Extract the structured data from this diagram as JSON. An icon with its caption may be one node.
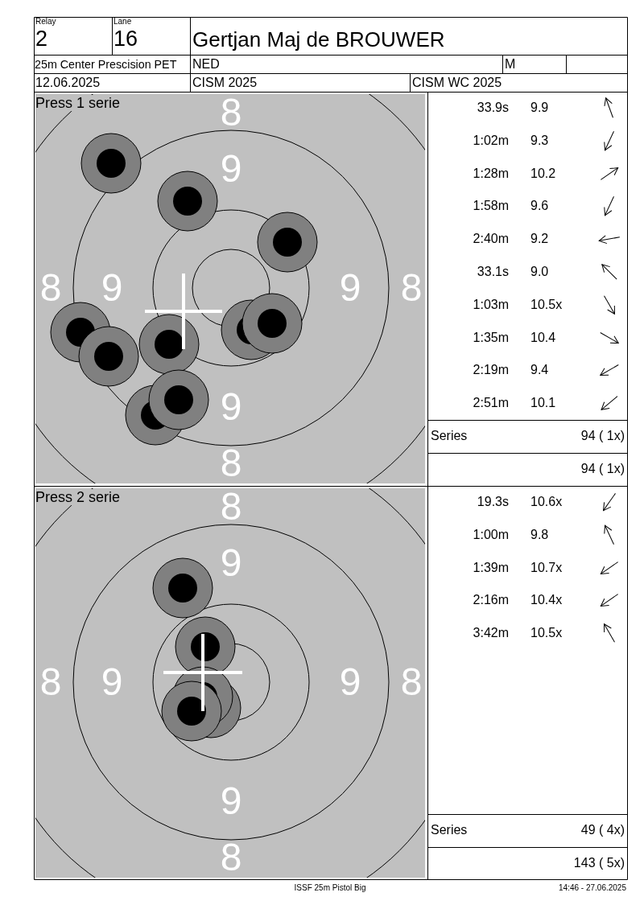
{
  "diagram": {
    "labels": [
      "Relay",
      "2",
      "Lane",
      "16",
      "Gertjan Maj de BROUWER",
      "25m Center Prescision PET",
      "NED",
      "M",
      "12.06.2025",
      "CISM 2025",
      "CISM WC 2025",
      "Press 1 serie",
      "8",
      "9",
      "8",
      "9",
      "9",
      "8",
      "9",
      "8",
      "33.9s",
      "9.9",
      "1:02m",
      "9.3",
      "1:28m",
      "10.2",
      "1:58m",
      "9.6",
      "2:40m",
      "9.2",
      "33.1s",
      "9.0",
      "1:03m",
      "10.5x",
      "1:35m",
      "10.4",
      "2:19m",
      "9.4",
      "2:51m",
      "10.1",
      "Series",
      "94 ( 1x)",
      "94 ( 1x)",
      "Press 2 serie",
      "8",
      "9",
      "8",
      "9",
      "9",
      "8",
      "9",
      "8",
      "19.3s",
      "10.6x",
      "1:00m",
      "9.8",
      "1:39m",
      "10.7x",
      "2:16m",
      "10.4x",
      "3:42m",
      "10.5x",
      "Series",
      "49 ( 4x)",
      "143 ( 5x)",
      "ISSF 25m Pistol Big",
      "14:46 - 27.06.2025"
    ]
  }
}
